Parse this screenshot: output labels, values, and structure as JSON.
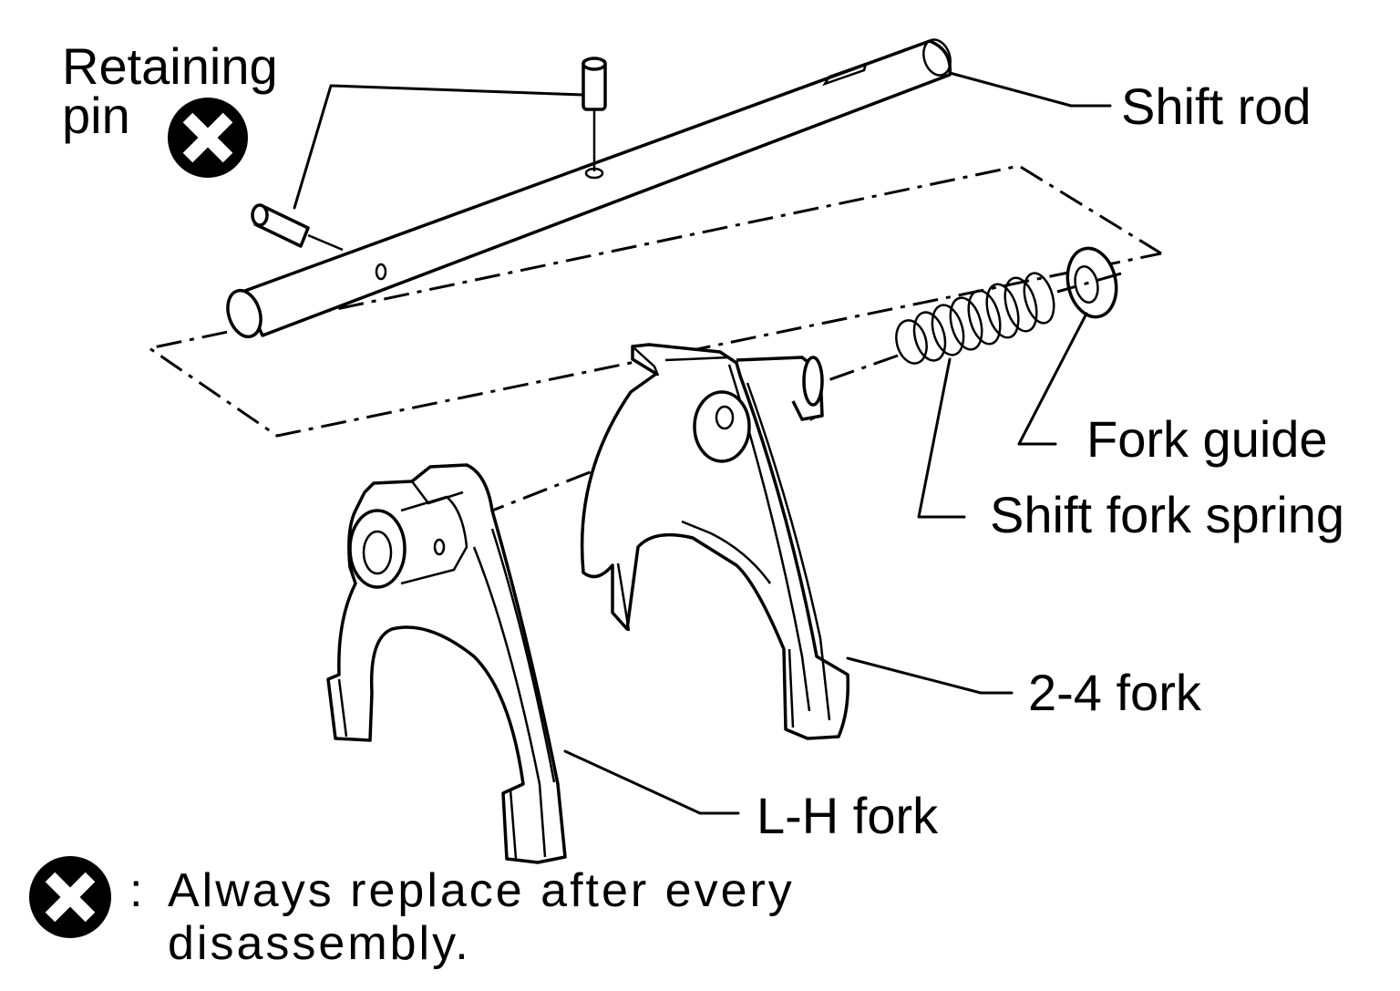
{
  "labels": {
    "retaining_pin_line1": "Retaining",
    "retaining_pin_line2": "pin",
    "shift_rod": "Shift rod",
    "fork_guide": "Fork guide",
    "shift_fork_spring": "Shift fork spring",
    "fork_2_4": "2-4 fork",
    "lh_fork": "L-H fork"
  },
  "legend": {
    "separator": ":",
    "line1": "Always replace after every",
    "line2": "disassembly."
  },
  "symbols": {
    "replace_icon": "circle-x-icon"
  },
  "colors": {
    "ink": "#000000",
    "paper": "#ffffff"
  }
}
